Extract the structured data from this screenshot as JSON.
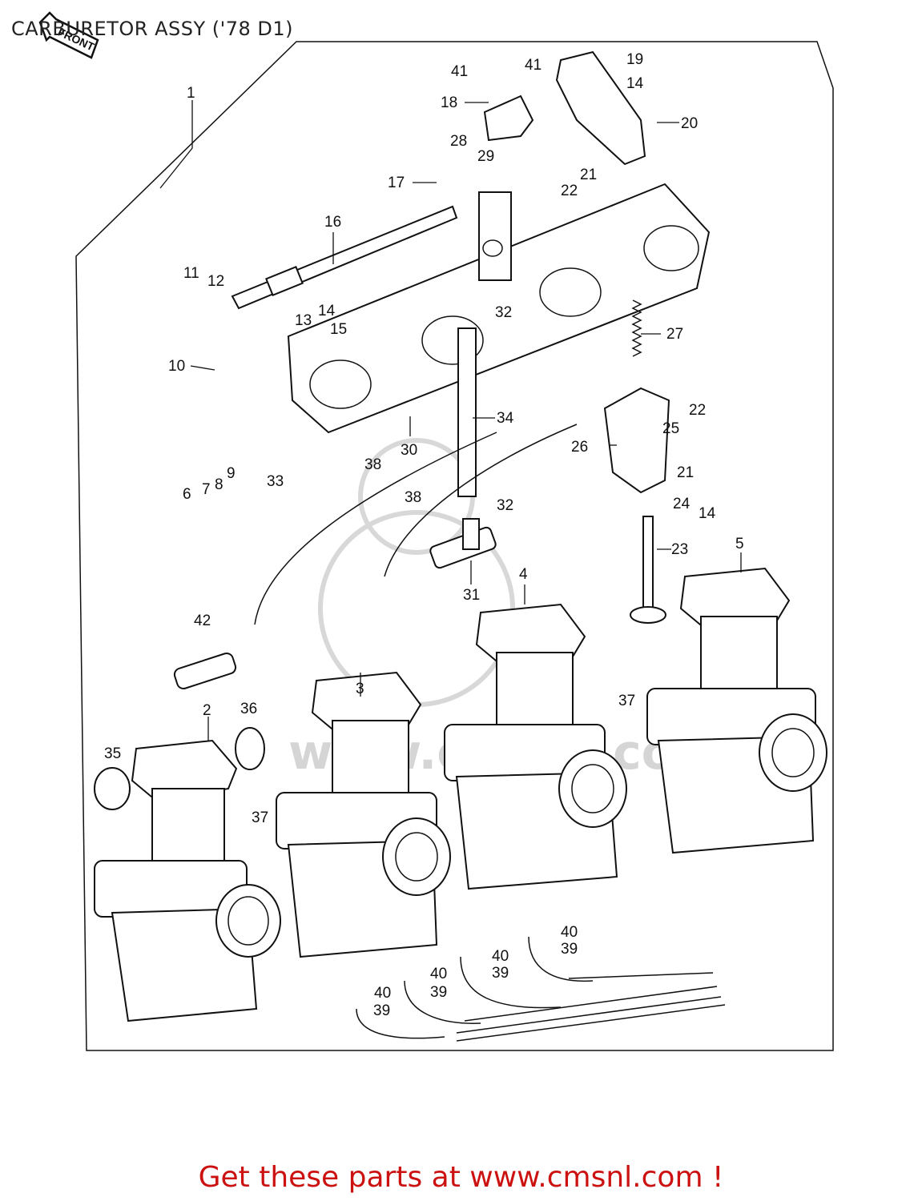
{
  "title": "CARBURETOR ASSY ('78 D1)",
  "front_label": "FRONT",
  "watermark_text": "www.cmsnl.com",
  "footer_text": "Get these parts at www.cmsnl.com !",
  "colors": {
    "footer": "#cc1111",
    "line": "#111111",
    "watermark": "#d8d8d8"
  },
  "callouts": [
    "1",
    "2",
    "3",
    "4",
    "5",
    "6",
    "7",
    "8",
    "9",
    "10",
    "11",
    "12",
    "13",
    "14",
    "14",
    "14",
    "15",
    "16",
    "17",
    "18",
    "19",
    "20",
    "21",
    "21",
    "22",
    "22",
    "23",
    "24",
    "25",
    "26",
    "27",
    "28",
    "29",
    "30",
    "31",
    "32",
    "32",
    "33",
    "34",
    "35",
    "36",
    "37",
    "37",
    "38",
    "38",
    "39",
    "39",
    "39",
    "39",
    "40",
    "40",
    "40",
    "40",
    "41",
    "41",
    "42"
  ]
}
